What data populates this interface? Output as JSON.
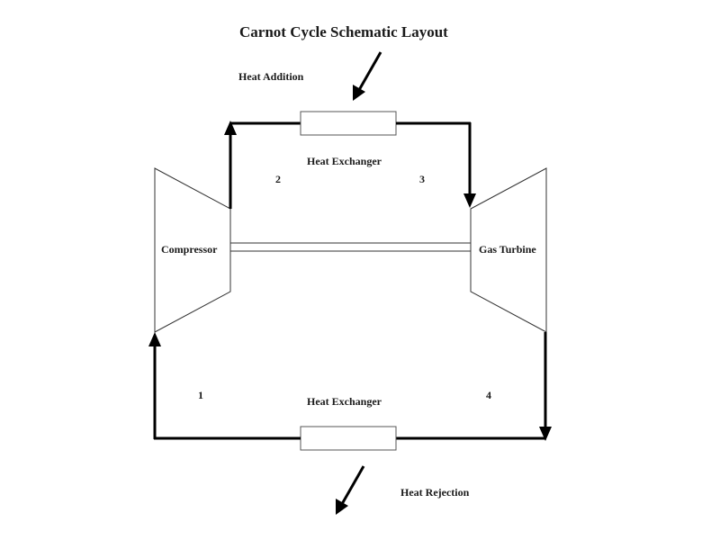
{
  "title": "Carnot Cycle Schematic Layout",
  "labels": {
    "heat_addition": "Heat Addition",
    "heat_rejection": "Heat Rejection",
    "heat_exchanger_top": "Heat Exchanger",
    "heat_exchanger_bottom": "Heat Exchanger",
    "compressor": "Compressor",
    "gas_turbine": "Gas Turbine"
  },
  "states": [
    "1",
    "2",
    "3",
    "4"
  ],
  "colors": {
    "line": "#000000",
    "box_stroke": "#555555",
    "background": "#ffffff"
  }
}
